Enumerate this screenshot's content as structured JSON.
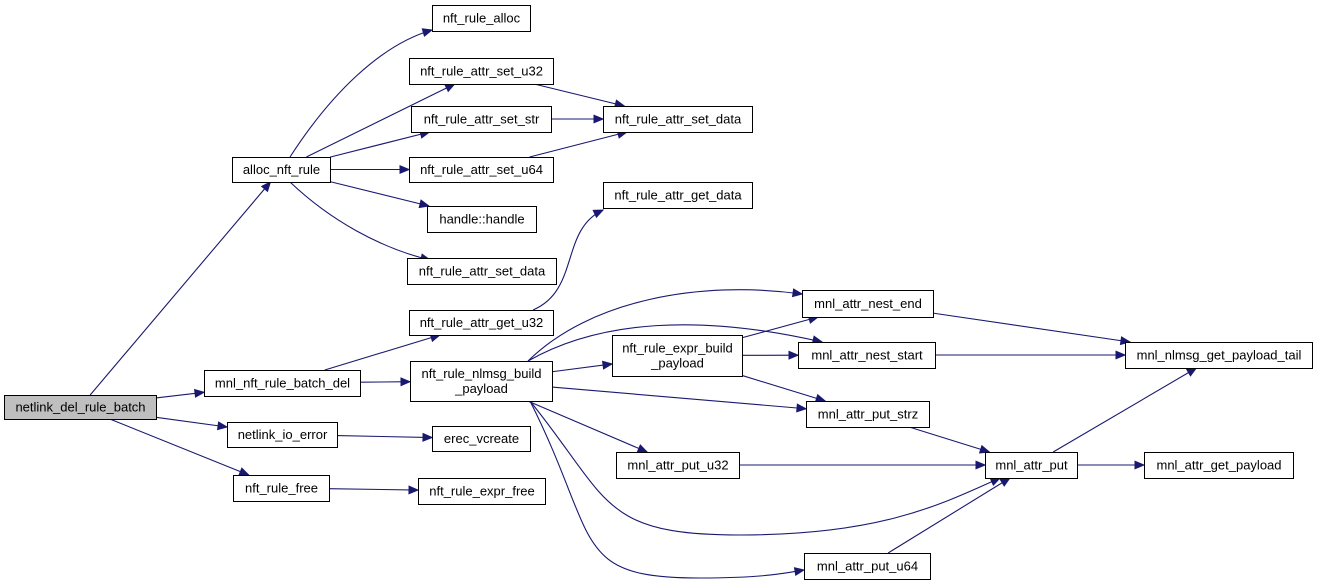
{
  "graph": {
    "type": "call-graph",
    "root": "netlink_del_rule_batch",
    "nodes": [
      {
        "id": "netlink_del_rule_batch",
        "lines": [
          "netlink_del_rule_batch"
        ],
        "root": true
      },
      {
        "id": "alloc_nft_rule",
        "lines": [
          "alloc_nft_rule"
        ]
      },
      {
        "id": "mnl_nft_rule_batch_del",
        "lines": [
          "mnl_nft_rule_batch_del"
        ]
      },
      {
        "id": "netlink_io_error",
        "lines": [
          "netlink_io_error"
        ]
      },
      {
        "id": "nft_rule_free",
        "lines": [
          "nft_rule_free"
        ]
      },
      {
        "id": "nft_rule_alloc",
        "lines": [
          "nft_rule_alloc"
        ]
      },
      {
        "id": "nft_rule_attr_set_u32",
        "lines": [
          "nft_rule_attr_set_u32"
        ]
      },
      {
        "id": "nft_rule_attr_set_str",
        "lines": [
          "nft_rule_attr_set_str"
        ]
      },
      {
        "id": "nft_rule_attr_set_u64",
        "lines": [
          "nft_rule_attr_set_u64"
        ]
      },
      {
        "id": "handle::handle",
        "lines": [
          "handle::handle"
        ]
      },
      {
        "id": "nft_rule_attr_set_data_l",
        "lines": [
          "nft_rule_attr_set_data"
        ]
      },
      {
        "id": "nft_rule_attr_get_u32",
        "lines": [
          "nft_rule_attr_get_u32"
        ]
      },
      {
        "id": "nft_rule_nlmsg_build_payload",
        "lines": [
          "nft_rule_nlmsg_build",
          "_payload"
        ]
      },
      {
        "id": "erec_vcreate",
        "lines": [
          "erec_vcreate"
        ]
      },
      {
        "id": "nft_rule_expr_free",
        "lines": [
          "nft_rule_expr_free"
        ]
      },
      {
        "id": "nft_rule_attr_set_data",
        "lines": [
          "nft_rule_attr_set_data"
        ]
      },
      {
        "id": "nft_rule_attr_get_data",
        "lines": [
          "nft_rule_attr_get_data"
        ]
      },
      {
        "id": "nft_rule_expr_build_payload",
        "lines": [
          "nft_rule_expr_build",
          "_payload"
        ]
      },
      {
        "id": "mnl_attr_put_u32",
        "lines": [
          "mnl_attr_put_u32"
        ]
      },
      {
        "id": "mnl_attr_nest_end",
        "lines": [
          "mnl_attr_nest_end"
        ]
      },
      {
        "id": "mnl_attr_nest_start",
        "lines": [
          "mnl_attr_nest_start"
        ]
      },
      {
        "id": "mnl_attr_put_strz",
        "lines": [
          "mnl_attr_put_strz"
        ]
      },
      {
        "id": "mnl_attr_put_u64",
        "lines": [
          "mnl_attr_put_u64"
        ]
      },
      {
        "id": "mnl_attr_put",
        "lines": [
          "mnl_attr_put"
        ]
      },
      {
        "id": "mnl_nlmsg_get_payload_tail",
        "lines": [
          "mnl_nlmsg_get_payload_tail"
        ]
      },
      {
        "id": "mnl_attr_get_payload",
        "lines": [
          "mnl_attr_get_payload"
        ]
      }
    ],
    "edges": [
      [
        "netlink_del_rule_batch",
        "alloc_nft_rule"
      ],
      [
        "netlink_del_rule_batch",
        "mnl_nft_rule_batch_del"
      ],
      [
        "netlink_del_rule_batch",
        "netlink_io_error"
      ],
      [
        "netlink_del_rule_batch",
        "nft_rule_free"
      ],
      [
        "alloc_nft_rule",
        "nft_rule_alloc"
      ],
      [
        "alloc_nft_rule",
        "nft_rule_attr_set_u32"
      ],
      [
        "alloc_nft_rule",
        "nft_rule_attr_set_str"
      ],
      [
        "alloc_nft_rule",
        "nft_rule_attr_set_u64"
      ],
      [
        "alloc_nft_rule",
        "handle::handle"
      ],
      [
        "alloc_nft_rule",
        "nft_rule_attr_set_data_l"
      ],
      [
        "nft_rule_attr_set_u32",
        "nft_rule_attr_set_data"
      ],
      [
        "nft_rule_attr_set_str",
        "nft_rule_attr_set_data"
      ],
      [
        "nft_rule_attr_set_u64",
        "nft_rule_attr_set_data"
      ],
      [
        "mnl_nft_rule_batch_del",
        "nft_rule_attr_get_u32"
      ],
      [
        "mnl_nft_rule_batch_del",
        "nft_rule_nlmsg_build_payload"
      ],
      [
        "nft_rule_attr_get_u32",
        "nft_rule_attr_get_data"
      ],
      [
        "netlink_io_error",
        "erec_vcreate"
      ],
      [
        "nft_rule_free",
        "nft_rule_expr_free"
      ],
      [
        "nft_rule_nlmsg_build_payload",
        "mnl_attr_nest_end"
      ],
      [
        "nft_rule_nlmsg_build_payload",
        "mnl_attr_nest_start"
      ],
      [
        "nft_rule_nlmsg_build_payload",
        "nft_rule_expr_build_payload"
      ],
      [
        "nft_rule_nlmsg_build_payload",
        "mnl_attr_put_strz"
      ],
      [
        "nft_rule_nlmsg_build_payload",
        "mnl_attr_put_u32"
      ],
      [
        "nft_rule_nlmsg_build_payload",
        "mnl_attr_put"
      ],
      [
        "nft_rule_nlmsg_build_payload",
        "mnl_attr_put_u64"
      ],
      [
        "nft_rule_expr_build_payload",
        "mnl_attr_nest_end"
      ],
      [
        "nft_rule_expr_build_payload",
        "mnl_attr_nest_start"
      ],
      [
        "nft_rule_expr_build_payload",
        "mnl_attr_put_strz"
      ],
      [
        "mnl_attr_nest_end",
        "mnl_nlmsg_get_payload_tail"
      ],
      [
        "mnl_attr_nest_start",
        "mnl_nlmsg_get_payload_tail"
      ],
      [
        "mnl_attr_put_strz",
        "mnl_attr_put"
      ],
      [
        "mnl_attr_put_u32",
        "mnl_attr_put"
      ],
      [
        "mnl_attr_put_u64",
        "mnl_attr_put"
      ],
      [
        "mnl_attr_put",
        "mnl_nlmsg_get_payload_tail"
      ],
      [
        "mnl_attr_put",
        "mnl_attr_get_payload"
      ]
    ]
  },
  "colors": {
    "edge": "#191970",
    "node_border": "#000000",
    "node_fill": "#ffffff",
    "root_fill": "#bfbfbf"
  }
}
